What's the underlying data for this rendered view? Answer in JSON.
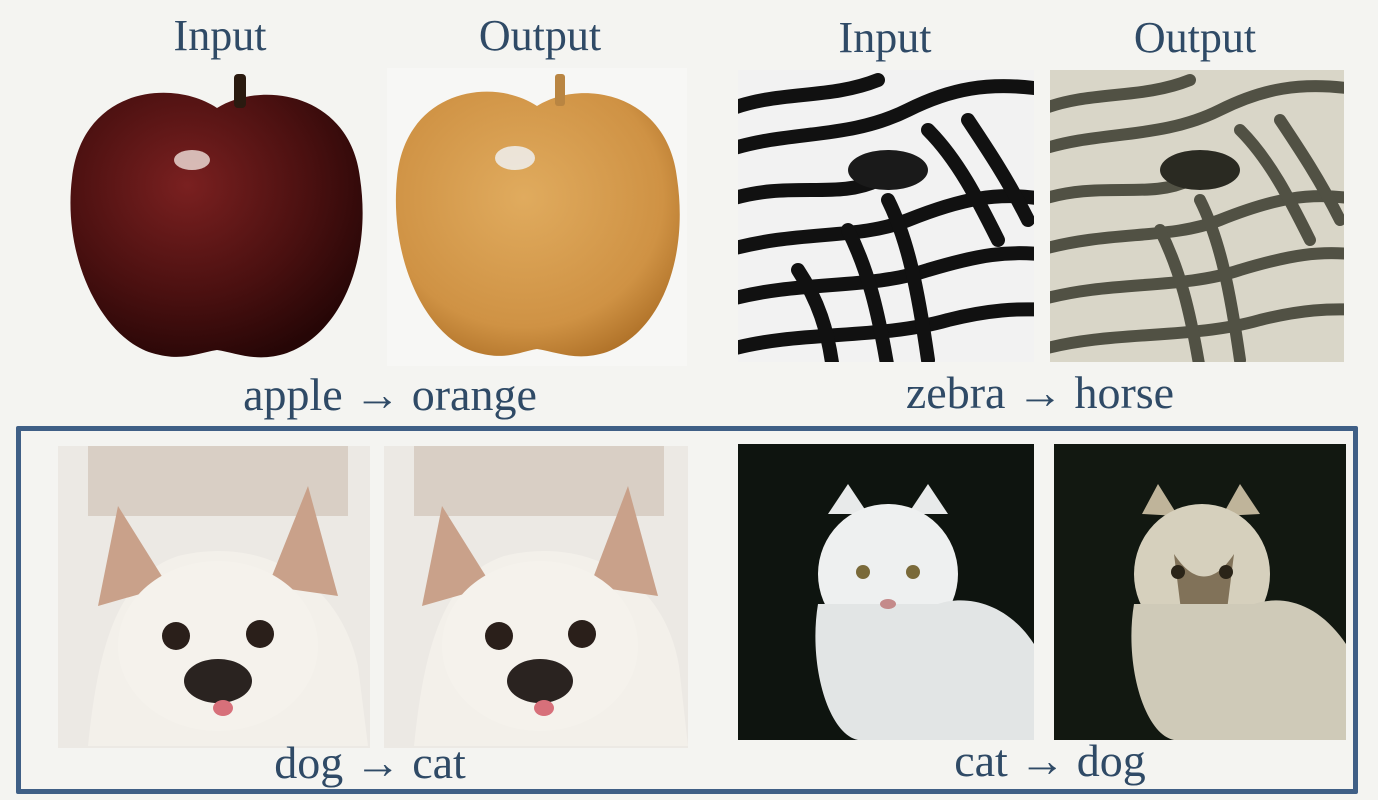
{
  "headers": {
    "left_input": "Input",
    "left_output": "Output",
    "right_input": "Input",
    "right_output": "Output"
  },
  "captions": {
    "apple_orange": "apple → orange",
    "zebra_horse": "zebra → horse",
    "dog_cat": "dog → cat",
    "cat_dog": "cat → dog"
  },
  "colors": {
    "text": "#2f4a66",
    "highlight_border": "#3f5f86",
    "apple": "#5a1414",
    "orange_apple": "#d39a4e"
  }
}
